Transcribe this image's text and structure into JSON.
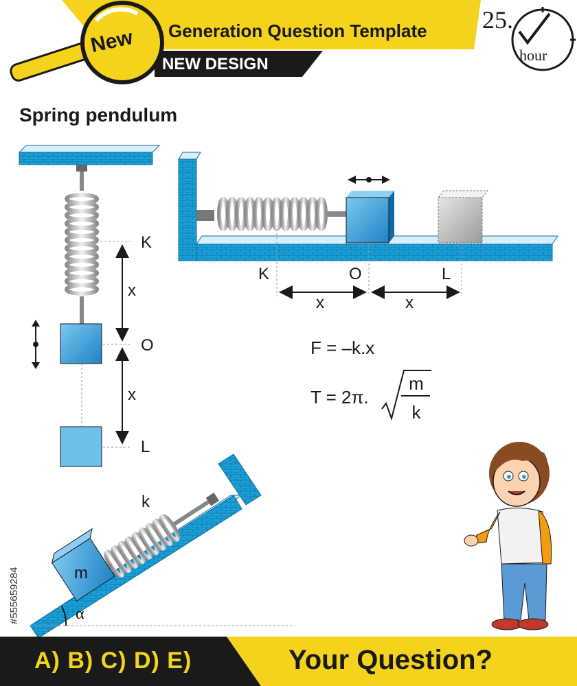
{
  "header": {
    "badge": "New",
    "title": "Generation Question Template",
    "subtitle": "NEW DESIGN",
    "clock_number": "25.",
    "clock_unit": "hour"
  },
  "section_title": "Spring pendulum",
  "vertical_spring": {
    "label_top": "K",
    "label_mid": "O",
    "label_bottom": "L",
    "dist_upper": "x",
    "dist_lower": "x"
  },
  "horizontal_spring": {
    "label_left": "K",
    "label_mid": "O",
    "label_right": "L",
    "dist_left": "x",
    "dist_right": "x"
  },
  "formulas": {
    "force": "F = –k.x",
    "period_prefix": "T = 2π.",
    "period_numerator": "m",
    "period_denominator": "k"
  },
  "incline": {
    "spring_label": "k",
    "mass_label": "m",
    "angle_label": "α"
  },
  "stock_id": "#555659284",
  "footer": {
    "answers": "A) B) C) D) E)",
    "question": "Your Question?"
  },
  "colors": {
    "accent_yellow": "#f5d31c",
    "dark": "#1a1a1a",
    "wall_blue": "#1aa0d8",
    "block_blue": "#2a8fcc"
  }
}
